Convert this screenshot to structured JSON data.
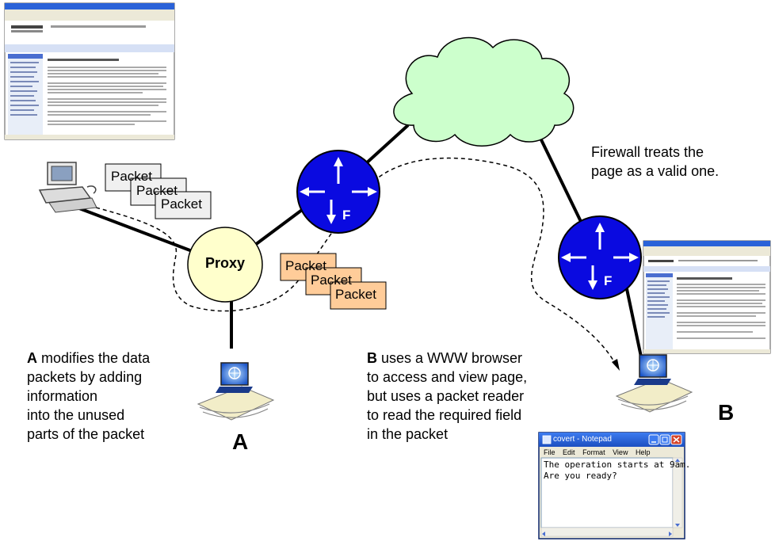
{
  "proxy": {
    "label": "Proxy"
  },
  "packets_gray": [
    "Packet",
    "Packet",
    "Packet"
  ],
  "packets_orange": [
    "Packet",
    "Packet",
    "Packet"
  ],
  "router_label": "F",
  "endpoints": {
    "a": "A",
    "b": "B"
  },
  "caption_a": {
    "bold": "A",
    "lines": [
      " modifies the data",
      "packets by adding",
      "information",
      "into the unused",
      "parts of the packet"
    ]
  },
  "caption_b": {
    "bold": "B",
    "lines": [
      " uses a WWW browser",
      "to access and view page,",
      "but uses a packet reader",
      "to read the required field",
      "in the packet"
    ]
  },
  "firewall_note": [
    "Firewall treats the",
    "page as a valid one."
  ],
  "notepad": {
    "title": "covert - Notepad",
    "menu": [
      "File",
      "Edit",
      "Format",
      "View",
      "Help"
    ],
    "content": "The operation starts at 9am.\nAre you ready?"
  },
  "colors": {
    "router": "#0a0ae0",
    "cloud": "#ccffcc",
    "proxy": "#ffffcc",
    "packet_orange": "#ffcc99",
    "packet_gray": "#f0f0f0",
    "notepad_titlebar": "#2a62d8"
  }
}
